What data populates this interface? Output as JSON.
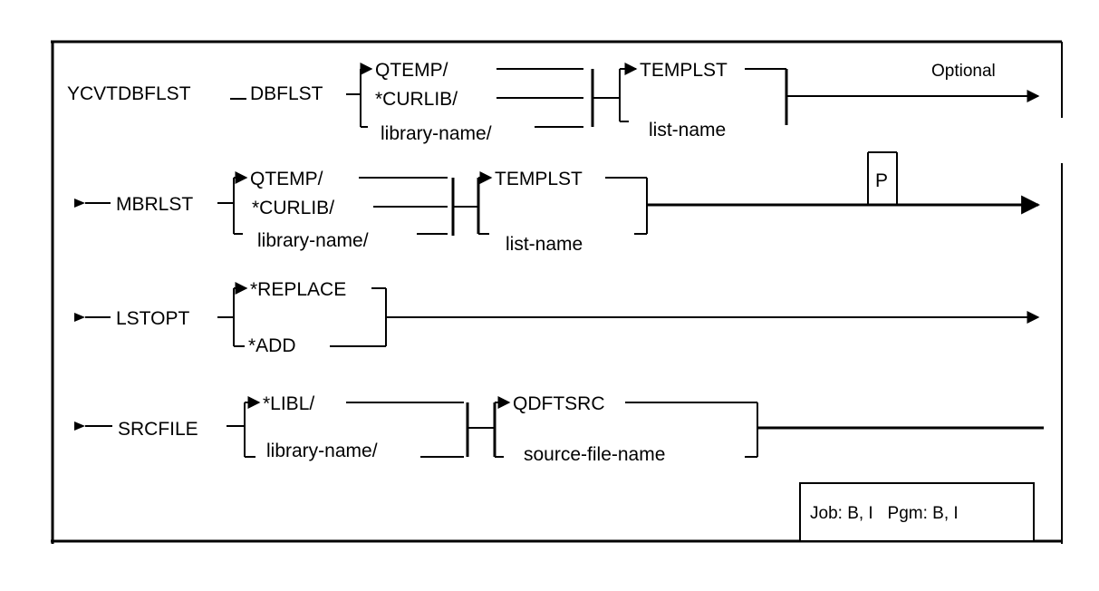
{
  "diagram": {
    "command": "YCVTDBFLST",
    "optional_label": "Optional",
    "dbflst": {
      "keyword": "DBFLST",
      "library_options": [
        "QTEMP/",
        "*CURLIB/",
        "library-name/"
      ],
      "list_options": [
        "TEMPLST",
        "list-name"
      ]
    },
    "mbrlst": {
      "keyword": "MBRLST",
      "library_options": [
        "QTEMP/",
        "*CURLIB/",
        "library-name/"
      ],
      "list_options": [
        "TEMPLST",
        "list-name"
      ],
      "positional_marker": "P"
    },
    "lstopt": {
      "keyword": "LSTOPT",
      "options": [
        "*REPLACE",
        "*ADD"
      ]
    },
    "srcfile": {
      "keyword": "SRCFILE",
      "library_options": [
        "*LIBL/",
        "library-name/"
      ],
      "file_options": [
        "QDFTSRC",
        "source-file-name"
      ]
    },
    "environment": "Job: B, I   Pgm: B, I"
  }
}
